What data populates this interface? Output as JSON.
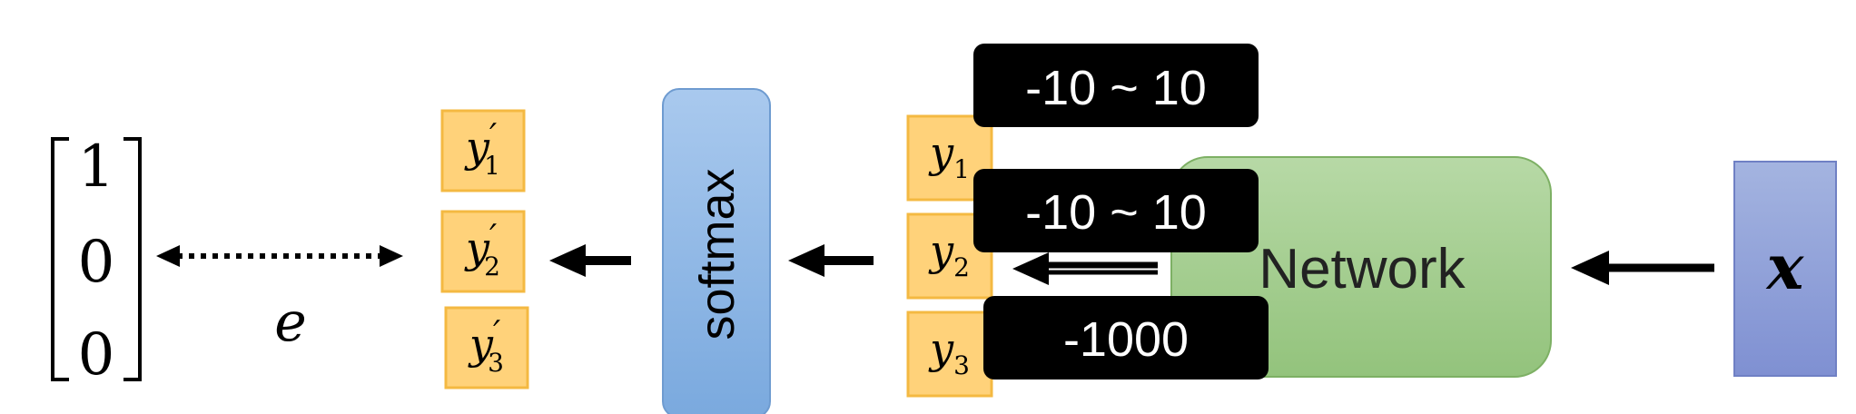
{
  "vector": [
    "1",
    "0",
    "0"
  ],
  "error_label": "e",
  "outputs": {
    "primed": [
      {
        "base": "y",
        "sub": "1",
        "prime": "′"
      },
      {
        "base": "y",
        "sub": "2",
        "prime": "′"
      },
      {
        "base": "y",
        "sub": "3",
        "prime": "′"
      }
    ],
    "raw": [
      {
        "base": "y",
        "sub": "1"
      },
      {
        "base": "y",
        "sub": "2"
      },
      {
        "base": "y",
        "sub": "3"
      }
    ]
  },
  "softmax_label": "softmax",
  "network_label": "Network",
  "input_label": "x",
  "value_tags": [
    "-10 ~ 10",
    "-10 ~ 10",
    "-1000"
  ],
  "colors": {
    "orange_fill": "#ffd27a",
    "orange_stroke": "#f4b942",
    "softmax_top": "#a9c9ee",
    "softmax_bottom": "#7aa9de",
    "network_top": "#b7d9a6",
    "network_bottom": "#93c37c",
    "input_top": "#a4b4e0",
    "input_bottom": "#7f90d2",
    "tag_bg": "#000000",
    "arrow": "#000000"
  }
}
